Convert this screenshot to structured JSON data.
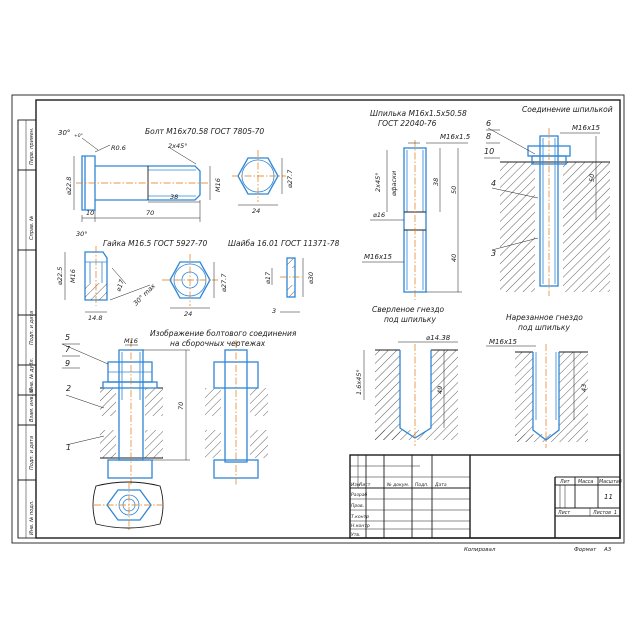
{
  "views": {
    "bolt": {
      "title": "Болт М16х70.58 ГОСТ 7805-70",
      "d_head": "⌀27.7",
      "d_body": "⌀22.8",
      "radius": "R0.6",
      "chamfer": "2х45°",
      "angle": "30°",
      "angle_sub": "+0°",
      "thread": "М16",
      "len_thread": "38",
      "len_head": "10",
      "len_total": "70",
      "d_side": "⌀27.7",
      "across_flats": "24"
    },
    "nut": {
      "title": "Гайка М16.5 ГОСТ 5927-70",
      "angle": "30°",
      "d_outer": "⌀22.5",
      "thread": "М16",
      "d_inner": "⌀17",
      "angle2": "30° max",
      "height": "14.8",
      "d_side": "⌀27.7",
      "across_flats": "24"
    },
    "washer": {
      "title": "Шайба 16.01 ГОСТ 11371-78",
      "d_inner": "⌀17",
      "d_outer": "⌀30",
      "thickness": "3"
    },
    "assembly": {
      "title_line1": "Изображение болтового соединения",
      "title_line2": "на сборочных чертежах",
      "thread": "М16",
      "length": "70",
      "callouts": [
        "5",
        "7",
        "9",
        "2",
        "1"
      ]
    },
    "stud": {
      "title_line1": "Шпилька М16х1.5х50.58",
      "title_line2": "ГОСТ 22040-76",
      "thread_top": "М16х1.5",
      "chamfer": "2х45°",
      "d_bore": "⌀фаски",
      "d_shank": "⌀16",
      "len_38": "38",
      "len_50": "50",
      "thread_bottom": "М16х15",
      "len_40": "40"
    },
    "stud_joint": {
      "title": "Соединение шпилькой",
      "callouts_top": [
        "6",
        "8",
        "10"
      ],
      "callout_4": "4",
      "callout_3": "3",
      "thread": "М16х15",
      "dim": "50"
    },
    "drilled": {
      "title_line1": "Сверленое гнездо",
      "title_line2": "под шпильку",
      "diameter": "⌀14.38",
      "chamfer": "1.6х45°",
      "depth": "49"
    },
    "tapped": {
      "title_line1": "Нарезанное гнездо",
      "title_line2": "под шпильку",
      "thread": "М16х15",
      "depth": "43"
    }
  },
  "title_block": {
    "sheet_number": "11",
    "headers": {
      "lit": "Лит",
      "mass": "Масса",
      "scale": "Масштаб"
    },
    "sheet": "Лист",
    "sheets": "Листов",
    "sheets_count": "1",
    "columns": [
      "Изм",
      "Лист",
      "№ докум.",
      "Подп.",
      "Дата"
    ],
    "rows": [
      "Разраб",
      "Пров.",
      "Т.контр",
      "",
      "Н.контр",
      "Утв."
    ],
    "copied": "Копировал",
    "format_label": "Формат",
    "format_value": "А3"
  },
  "side_strip": [
    "Перв. примен.",
    "Справ. №",
    "Подп. и дата",
    "Инв. № дубл.",
    "Взам. инв. №",
    "Подп. и дата",
    "Инв. № подл."
  ],
  "colors": {
    "contour": "#2f86d6",
    "axis": "#e07a10",
    "line": "#1c1c1c"
  }
}
